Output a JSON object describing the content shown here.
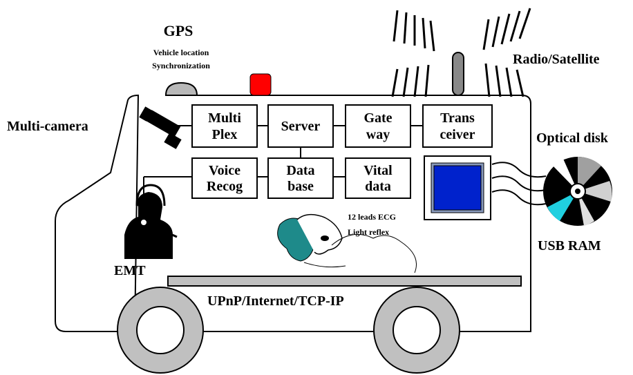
{
  "labels": {
    "gps": "GPS",
    "gps_sub1": "Vehicle location",
    "gps_sub2": "Synchronization",
    "radio": "Radio/Satellite",
    "camera": "Multi-camera",
    "optical": "Optical disk",
    "usb": "USB RAM",
    "emt": "EMT",
    "network": "UPnP/Internet/TCP-IP",
    "ecg1": "12 leads ECG",
    "ecg2": "Light reflex"
  },
  "boxes": {
    "multiplex": [
      "Multi",
      "Plex"
    ],
    "server": [
      "Server"
    ],
    "gateway": [
      "Gate",
      "way"
    ],
    "transceiver": [
      "Trans",
      "ceiver"
    ],
    "voice": [
      "Voice",
      "Recog"
    ],
    "database": [
      "Data",
      "base"
    ],
    "vital": [
      "Vital",
      "data"
    ]
  },
  "colors": {
    "light": "#ff0000",
    "monitor_screen": "#0022cc",
    "monitor_frame": "#8899bb",
    "patient_cap": "#1e8a8a",
    "wheel": "#c0c0c0",
    "bar": "#c0c0c0",
    "dome": "#b8b8b8"
  }
}
